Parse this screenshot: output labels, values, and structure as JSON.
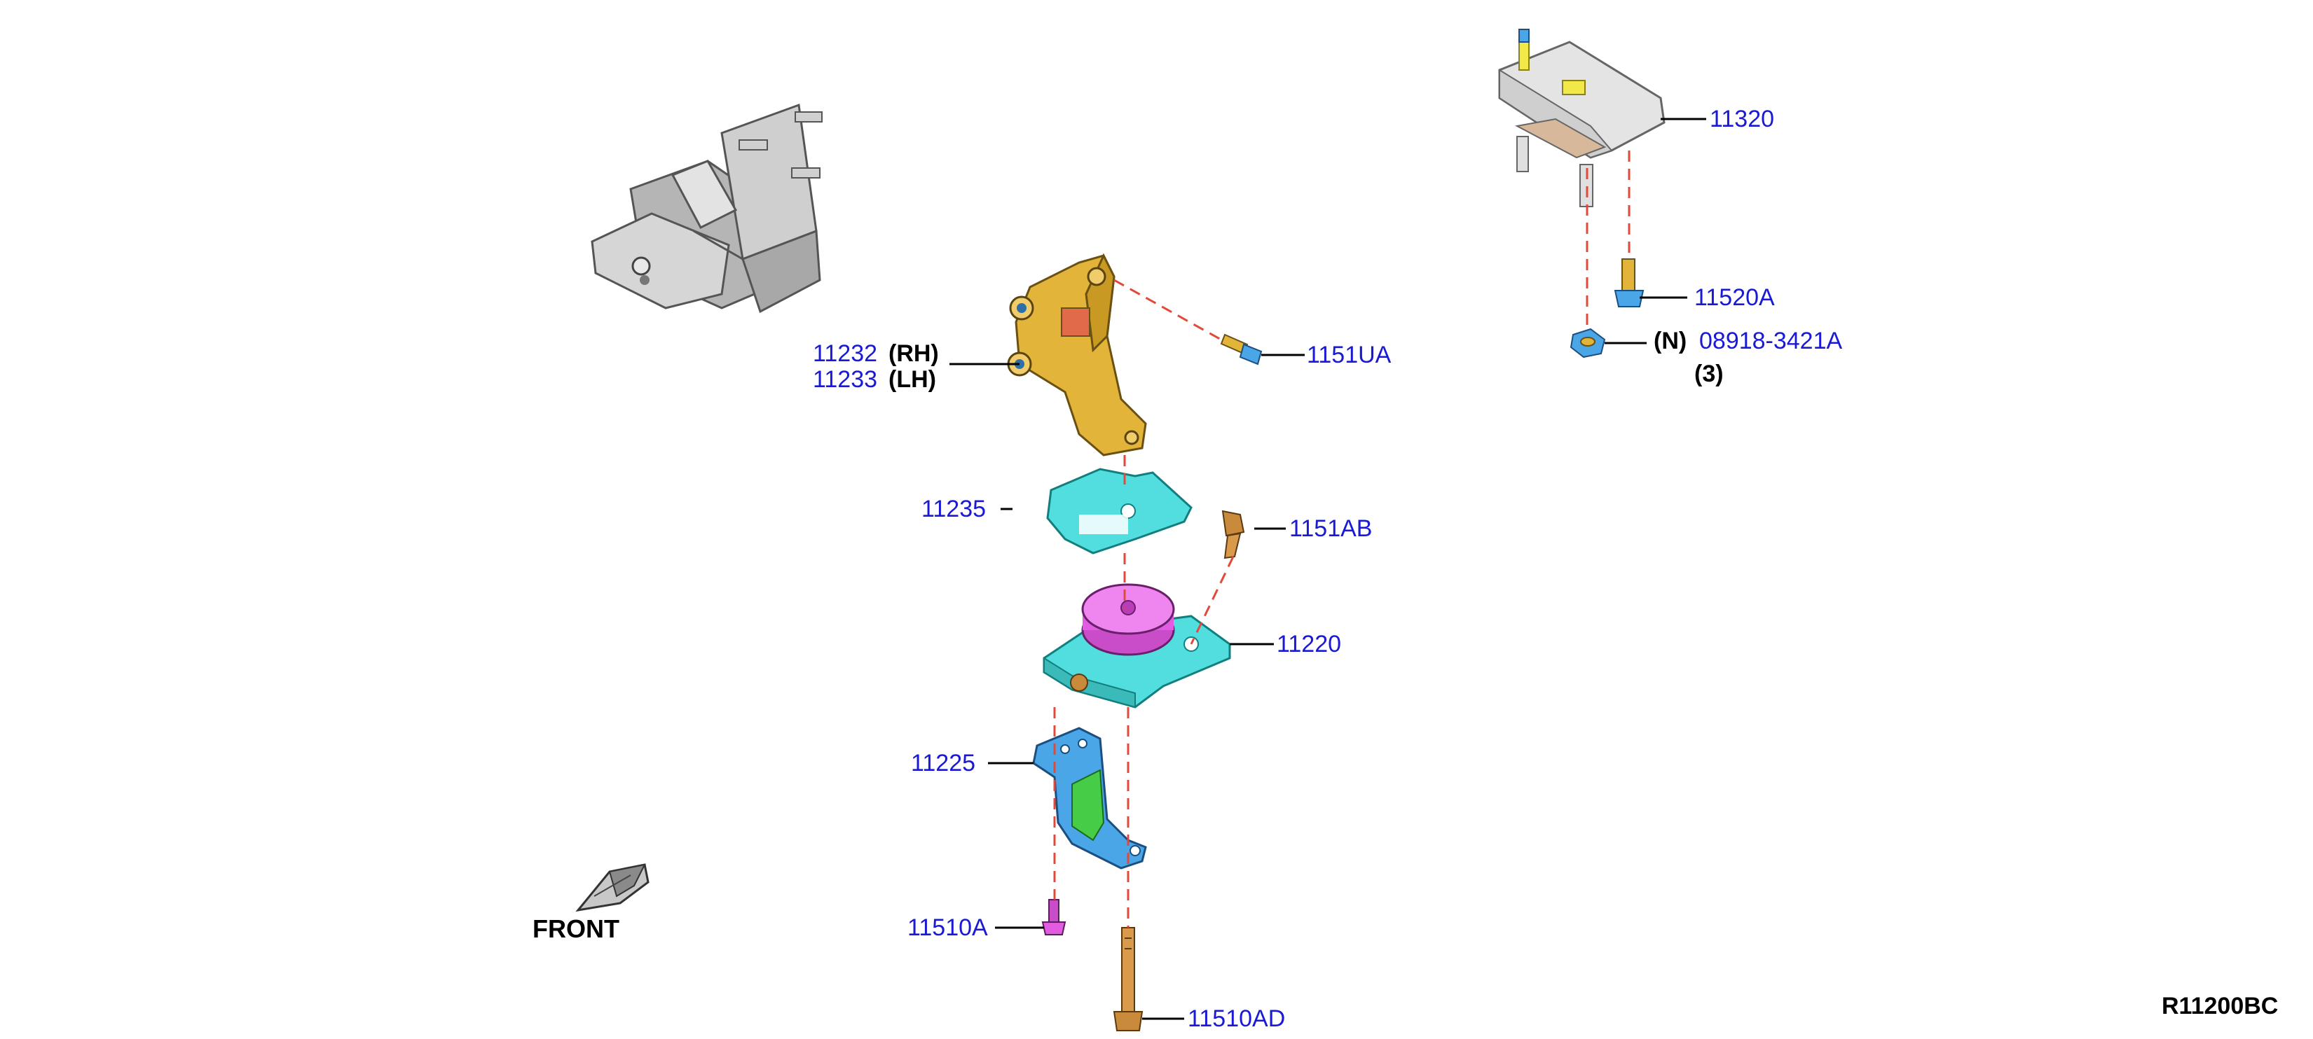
{
  "diagram": {
    "colors": {
      "part_number": "#1a1ad6",
      "leader": "#000000",
      "dashed_guide": "#e04a3a",
      "bracket_gold": "#e2b43a",
      "insulator_cyan": "#52dede",
      "mount_magenta": "#e25ce2",
      "bracket_blue": "#4aa6e6",
      "green_panel": "#46cc46",
      "bolt_bronze": "#c98a3c",
      "reference_gray": "#bdbdbd"
    },
    "labels": {
      "p11232": "11232",
      "rh": "(RH)",
      "p11233": "11233",
      "lh": "(LH)",
      "p1151UA": "1151UA",
      "p11235": "11235",
      "p1151AB": "1151AB",
      "p11220": "11220",
      "p11225": "11225",
      "p11510A": "11510A",
      "p11510AD": "11510AD",
      "p11320": "11320",
      "p11520A": "11520A",
      "n_marker": "(N)",
      "p08918": "08918-3421A",
      "qty": "(3)",
      "front": "FRONT",
      "diagram_code": "R11200BC"
    },
    "icons": {
      "front_arrow": "front-direction-arrow-icon"
    }
  }
}
